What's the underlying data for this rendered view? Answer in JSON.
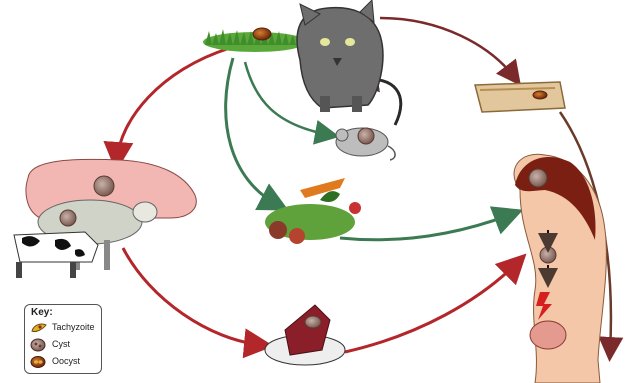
{
  "key": {
    "title": "Key:",
    "items": [
      {
        "label": "Tachyzoite",
        "icon": "tachyzoite-icon",
        "color": "#e4b02a"
      },
      {
        "label": "Cyst",
        "icon": "cyst-icon",
        "color": "#a98a7f"
      },
      {
        "label": "Oocyst",
        "icon": "oocyst-icon",
        "color": "#8b3b14"
      }
    ]
  },
  "colors": {
    "red_arrow": "#b3262a",
    "green_arrow": "#3b7a52",
    "brown_arrow": "#7a2a2a",
    "dark_arrow": "#5a4a3a"
  }
}
